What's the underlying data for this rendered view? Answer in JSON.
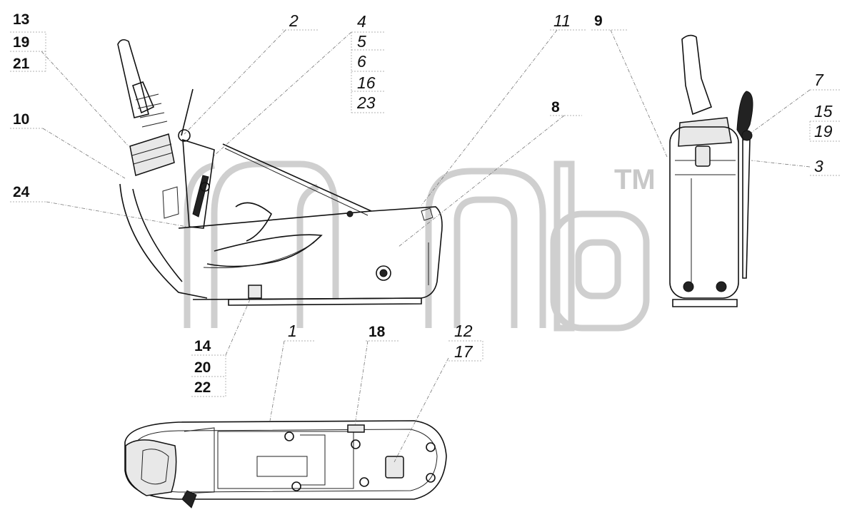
{
  "watermark": {
    "tm": "TM"
  },
  "labels": {
    "l13": "13",
    "l19a": "19",
    "l21": "21",
    "l10": "10",
    "l24": "24",
    "l2": "2",
    "l4": "4",
    "l5": "5",
    "l6": "6",
    "l16": "16",
    "l23": "23",
    "l11": "11",
    "l9": "9",
    "l8": "8",
    "l7": "7",
    "l15": "15",
    "l19b": "19",
    "l3": "3",
    "l14": "14",
    "l20": "20",
    "l22": "22",
    "l1": "1",
    "l18": "18",
    "l12": "12",
    "l17": "17"
  }
}
